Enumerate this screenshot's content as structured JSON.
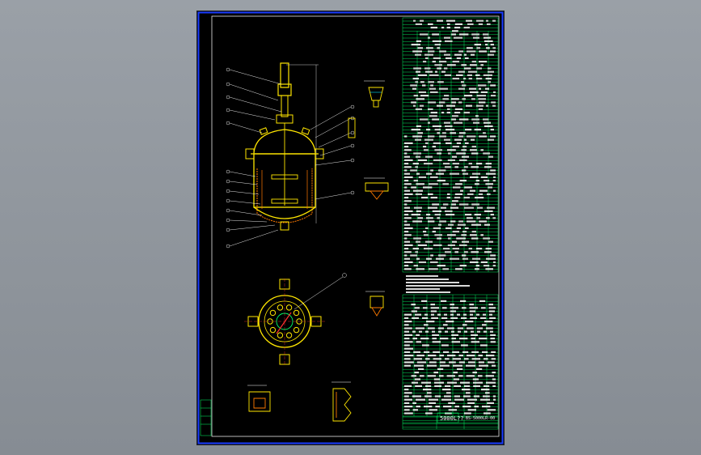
{
  "title_block": {
    "scale_text": "5000L??",
    "drawing_no": "BS-5000LR-00"
  },
  "colors": {
    "background": "#8f959c",
    "sheet": "#000000",
    "frame": "#1a3cff",
    "border_white": "#ffffff",
    "table_green": "#00ff66",
    "vessel_yellow": "#ffe600",
    "vessel_orange": "#ff7a00",
    "leader_white": "#ffffff",
    "detail_cyan": "#00e5ff"
  },
  "icons": {
    "vessel": "reactor-vessel-drawing",
    "top_view": "nozzle-orientation-view",
    "details": "weld-detail-icons"
  }
}
